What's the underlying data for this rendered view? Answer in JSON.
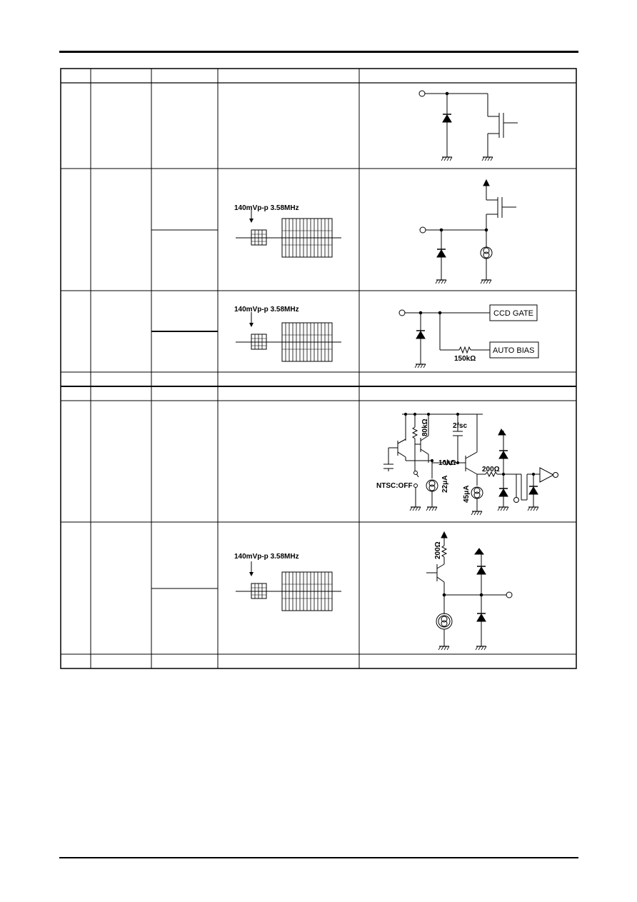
{
  "header": {
    "title": ""
  },
  "table": {
    "columns": [
      "",
      "",
      "",
      "",
      ""
    ],
    "labels": {
      "waveform_label": "140mVp-p 3.58MHz",
      "ccd_gate": "CCD GATE",
      "auto_bias": "AUTO BIAS",
      "r_150k": "150kΩ",
      "r_80k": "80kΩ",
      "c_2fsc": "2fsc",
      "r_10k": "10kΩ",
      "r_200": "200Ω",
      "i_22u": "22μA",
      "i_45u": "45μA",
      "ntsc_off": "NTSC:OFF"
    }
  },
  "footer": {
    "text": ""
  }
}
